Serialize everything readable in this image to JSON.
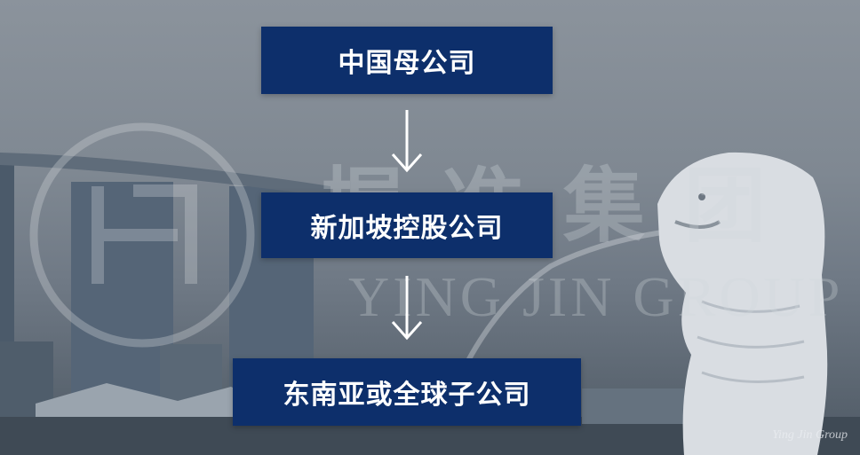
{
  "diagram": {
    "nodes": [
      {
        "id": "parent",
        "label": "中国母公司"
      },
      {
        "id": "holding",
        "label": "新加坡控股公司"
      },
      {
        "id": "subsidiary",
        "label": "东南亚或全球子公司"
      }
    ],
    "edges": [
      {
        "from": "parent",
        "to": "holding"
      },
      {
        "from": "holding",
        "to": "subsidiary"
      }
    ]
  },
  "watermark": {
    "chinese": "握准集团",
    "english": "YING JIN GROUP",
    "corner": "Ying Jin Group"
  },
  "colors": {
    "box_fill": "#0d2f6b",
    "box_text": "#ffffff",
    "arrow": "#ffffff",
    "sky": "#7f8892"
  }
}
